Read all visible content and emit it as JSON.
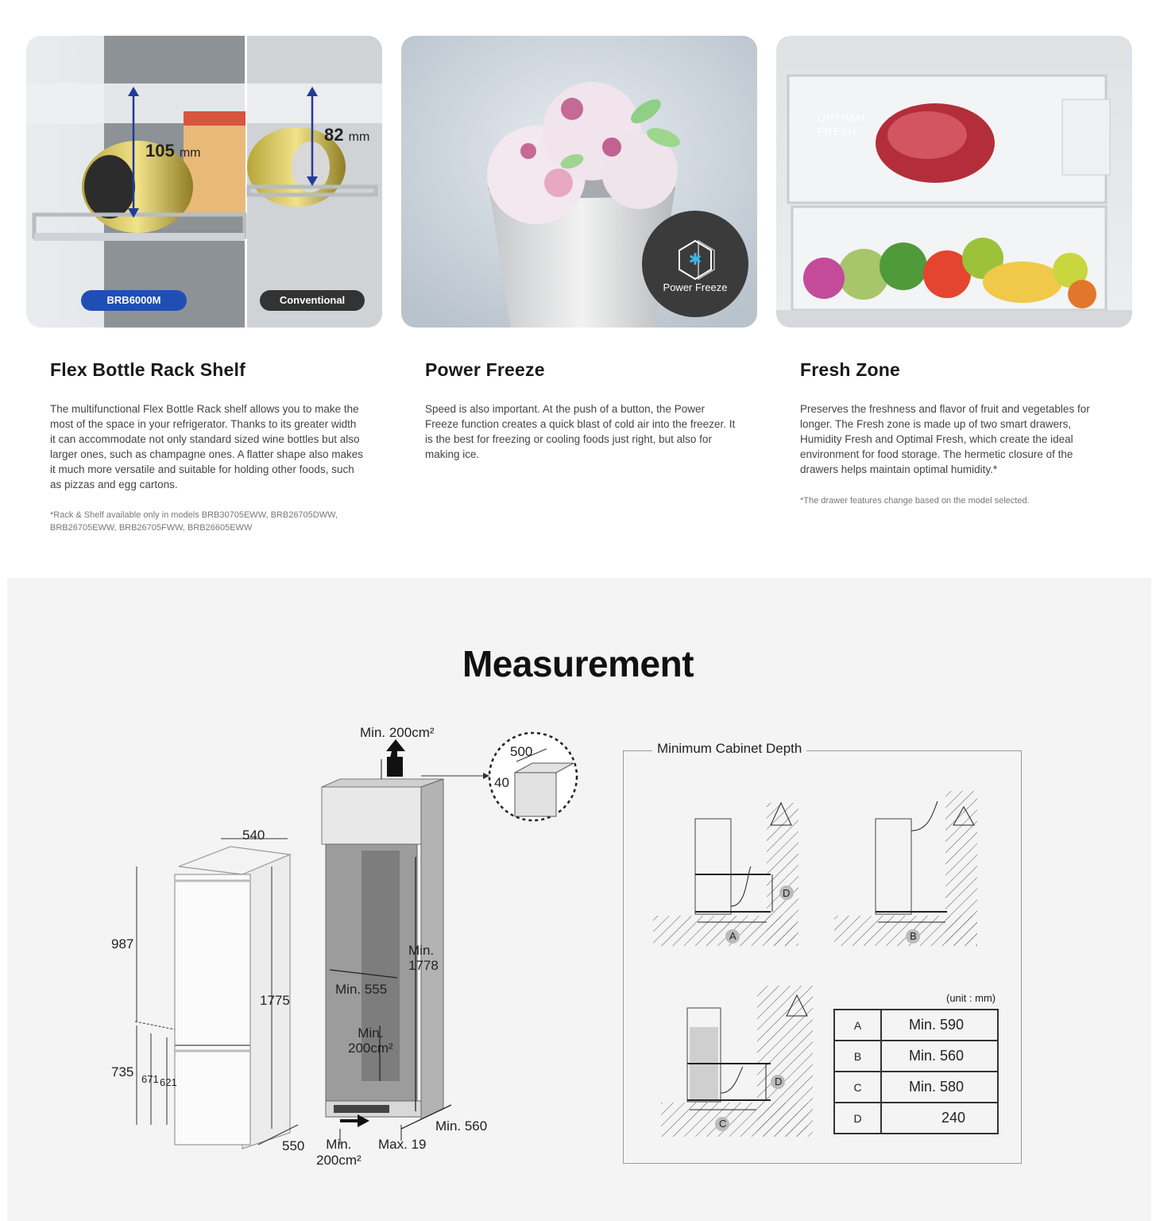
{
  "features": [
    {
      "title": "Flex Bottle Rack Shelf",
      "description": "The multifunctional Flex Bottle Rack shelf allows you to make the most of the space in your refrigerator. Thanks to its greater width it can accommodate not only standard sized wine bottles but also larger ones, such as champagne ones. A flatter shape also makes it much more versatile and suitable for holding other foods, such as pizzas and egg cartons.",
      "note": "*Rack & Shelf available only in models BRB30705EWW, BRB26705DWW, BRB26705EWW, BRB26705FWW, BRB26605EWW",
      "image": {
        "left_measure": "105",
        "right_measure": "82",
        "unit": "mm",
        "left_badge": "BRB6000M",
        "right_badge": "Conventional"
      }
    },
    {
      "title": "Power Freeze",
      "description": "Speed is also important. At the push of a button, the Power Freeze function creates a quick blast of cold air into the freezer. It is the best for freezing or cooling foods just right, but also for making ice.",
      "image": {
        "badge": "Power Freeze"
      }
    },
    {
      "title": "Fresh Zone",
      "description": "Preserves the freshness and flavor of fruit and vegetables for longer. The Fresh zone is made up of two smart drawers, Humidity Fresh and Optimal Fresh, which create the ideal environment for food storage. The hermetic closure of the drawers helps maintain optimal humidity.*",
      "note": "*The drawer features change based on the model selected.",
      "image": {
        "drawer_label_1": "OPTIMAL",
        "drawer_label_2": "FRESH"
      }
    }
  ],
  "measurement": {
    "title": "Measurement",
    "fridge": {
      "width": "540",
      "depth": "550",
      "height_top": "987",
      "height_bottom": "735",
      "height_total": "1775",
      "h1": "671",
      "h2": "621"
    },
    "cabinet": {
      "vent_top": "Min. 200cm²",
      "vent_mid_1": "Min.",
      "vent_mid_2": "200cm²",
      "vent_bottom_1": "Min.",
      "vent_bottom_2": "200cm²",
      "width": "Min. 555",
      "height_1": "Min.",
      "height_2": "1778",
      "depth": "Min. 560",
      "gap": "Max. 19",
      "detail_w": "500",
      "detail_h": "40"
    },
    "cabinet_depth": {
      "title": "Minimum Cabinet Depth",
      "unit": "(unit : mm)",
      "markers": [
        "A",
        "B",
        "C",
        "D"
      ],
      "rows": [
        {
          "key": "A",
          "value": "Min. 590"
        },
        {
          "key": "B",
          "value": "Min. 560"
        },
        {
          "key": "C",
          "value": "Min. 580"
        },
        {
          "key": "D",
          "value": "240"
        }
      ]
    }
  },
  "colors": {
    "badge_blue": "#1f4fb5",
    "badge_dark": "#333333",
    "section_bg": "#f4f4f4"
  }
}
